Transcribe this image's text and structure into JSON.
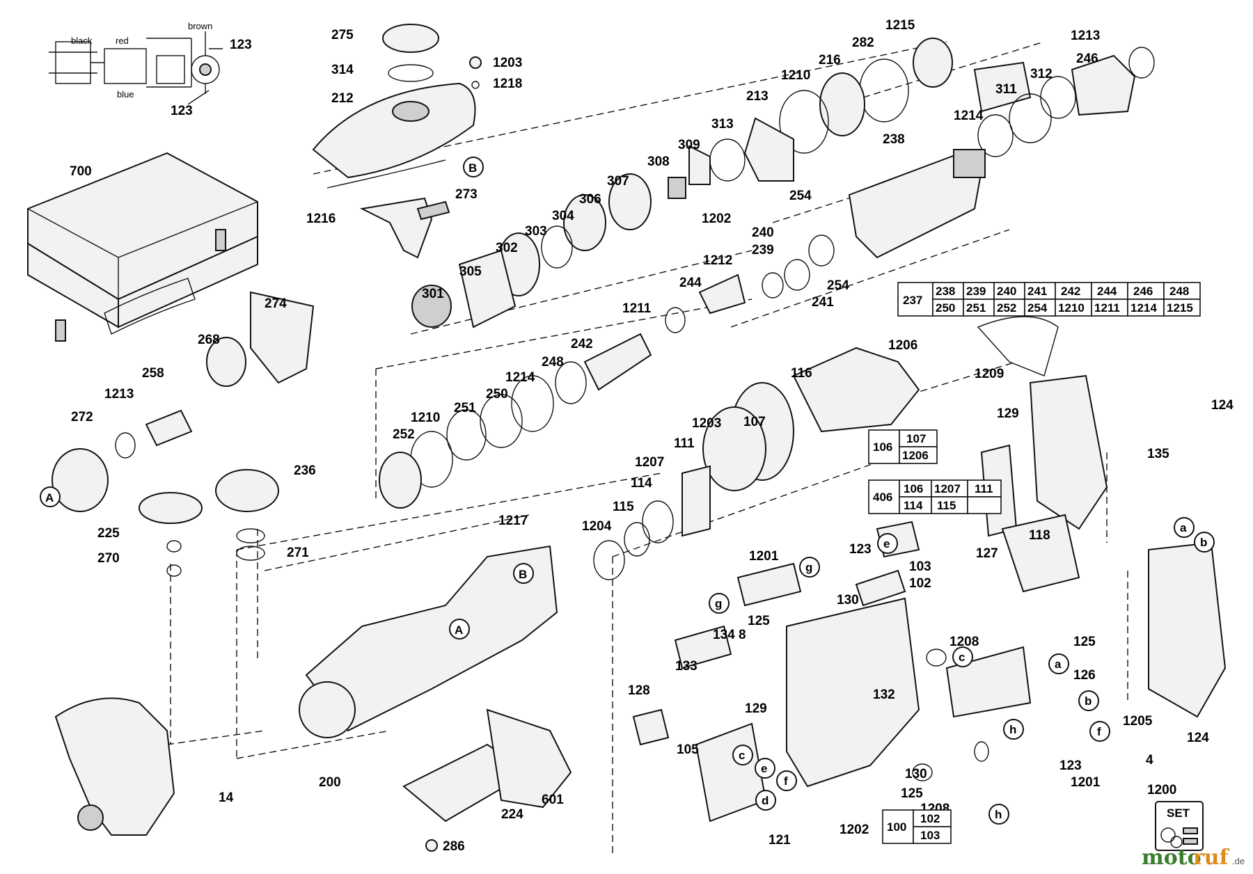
{
  "wiring": {
    "black": "black",
    "red": "red",
    "brown": "brown",
    "blue": "blue"
  },
  "labels": [
    "123",
    "123",
    "275",
    "314",
    "212",
    "1203",
    "1218",
    "700",
    "1216",
    "273",
    "1215",
    "282",
    "216",
    "1210",
    "213",
    "313",
    "309",
    "308",
    "307",
    "306",
    "304",
    "303",
    "302",
    "305",
    "301",
    "1213",
    "246",
    "312",
    "311",
    "1214",
    "238",
    "254",
    "254",
    "1202",
    "240",
    "239",
    "241",
    "1212",
    "244",
    "1211",
    "242",
    "248",
    "1214",
    "250",
    "251",
    "1210",
    "252",
    "274",
    "268",
    "258",
    "1213",
    "272",
    "236",
    "225",
    "270",
    "271",
    "1206",
    "1209",
    "116",
    "1203",
    "107",
    "111",
    "1207",
    "114",
    "115",
    "1204",
    "1217",
    "124",
    "129",
    "135",
    "118",
    "127",
    "1201",
    "123",
    "103",
    "102",
    "130",
    "125",
    "8",
    "134",
    "133",
    "128",
    "129",
    "1208",
    "132",
    "125",
    "126",
    "1205",
    "124",
    "4",
    "123",
    "1201",
    "130",
    "125",
    "105",
    "121",
    "1202",
    "1208",
    "200",
    "224",
    "601",
    "286",
    "14",
    "1200"
  ],
  "callout_letters": [
    "B",
    "B",
    "A",
    "A",
    "g",
    "g",
    "e",
    "c",
    "a",
    "b",
    "a",
    "b",
    "c",
    "e",
    "f",
    "d",
    "h",
    "f",
    "h"
  ],
  "kit_table_237": {
    "key": "237",
    "row1": [
      "238",
      "239",
      "240",
      "241",
      "242",
      "244",
      "246",
      "248"
    ],
    "row2": [
      "250",
      "251",
      "252",
      "254",
      "1210",
      "1211",
      "1214",
      "1215"
    ]
  },
  "kit_table_106": {
    "key": "106",
    "row1": [
      "107"
    ],
    "row2": [
      "1206"
    ]
  },
  "kit_table_406": {
    "key": "406",
    "row1": [
      "106",
      "1207",
      "111"
    ],
    "row2": [
      "114",
      "115",
      ""
    ]
  },
  "kit_table_100": {
    "key": "100",
    "row1": [
      "102"
    ],
    "row2": [
      "103"
    ]
  },
  "set_badge": {
    "text": "SET"
  },
  "brand": {
    "part1": "moto",
    "part2": "ruf",
    "suffix": ".de"
  }
}
